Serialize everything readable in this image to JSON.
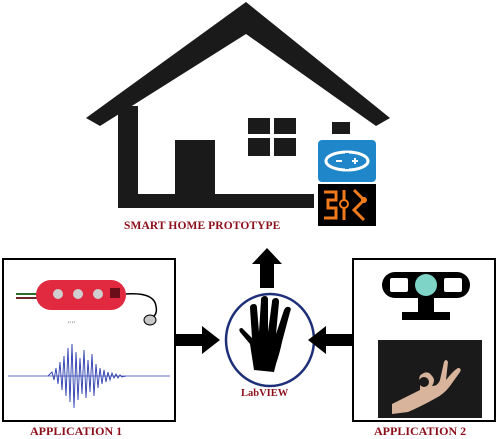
{
  "house": {
    "title": "SMART HOME PROTOTYPE",
    "icons": [
      "arduino-icon",
      "circuit-icon"
    ]
  },
  "center": {
    "label": "LabVIEW",
    "icon": "hand-icon"
  },
  "left_panel": {
    "title": "APPLICATION 1",
    "items": [
      "emg-sensor-board",
      "waveform-signal"
    ]
  },
  "right_panel": {
    "title": "APPLICATION 2",
    "items": [
      "kinect-camera-icon",
      "hand-gesture-photo"
    ]
  },
  "colors": {
    "label": "#8b0f1a",
    "house": "#1a1a1a",
    "arduino": "#1e86c9",
    "circuit": "#f07a1c",
    "sensor": "#e1293f",
    "waveform": "#2e3fb0"
  }
}
